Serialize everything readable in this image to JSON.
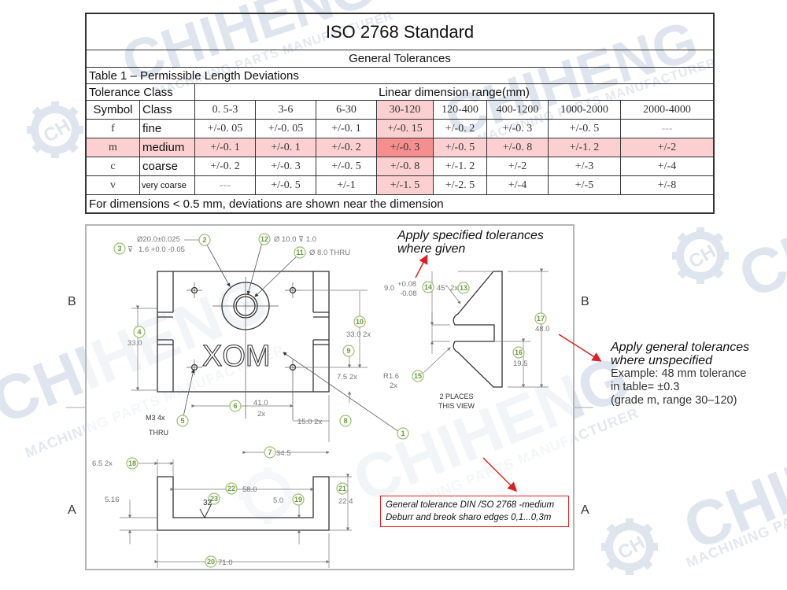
{
  "watermark": {
    "brand": "CHIHENG",
    "tagline": "MACHINING PARTS MANUFACTURER",
    "logo_letters": "CH"
  },
  "table": {
    "title": "ISO 2768 Standard",
    "subtitle": "General Tolerances",
    "caption": "Table 1 – Permissible Length Deviations",
    "tolerance_class_header": "Tolerance Class",
    "linear_range_header": "Linear dimension range(mm)",
    "symbol_header": "Symbol",
    "class_header": "Class",
    "ranges": [
      "0. 5-3",
      "3-6",
      "6-30",
      "30-120",
      "120-400",
      "400-1200",
      "1000-2000",
      "2000-4000"
    ],
    "rows": [
      {
        "symbol": "f",
        "class": "fine",
        "values": [
          "+/-0. 05",
          "+/-0. 05",
          "+/-0. 1",
          "+/-0. 15",
          "+/-0. 2",
          "+/-0. 3",
          "+/-0. 5",
          "---"
        ]
      },
      {
        "symbol": "m",
        "class": "medium",
        "values": [
          "+/-0. 1",
          "+/-0. 1",
          "+/-0. 2",
          "+/-0. 3",
          "+/-0. 5",
          "+/-0. 8",
          "+/-1. 2",
          "+/-2"
        ]
      },
      {
        "symbol": "c",
        "class": "coarse",
        "values": [
          "+/-0. 2",
          "+/-0. 3",
          "+/-0. 5",
          "+/-0. 8",
          "+/-1. 2",
          "+/-2",
          "+/-3",
          "+/-4"
        ]
      },
      {
        "symbol": "v",
        "class": "very coarse",
        "values": [
          "---",
          "+/-0. 5",
          "+/-1",
          "+/-1. 5",
          "+/-2. 5",
          "+/-4",
          "+/-5",
          "+/-8"
        ]
      }
    ],
    "footer": "For dimensions < 0.5 mm, deviations are shown near the dimension",
    "highlight_colors": {
      "row": "#fcd0d0",
      "cell": "#f58f8f"
    }
  },
  "drawing": {
    "zone_labels": {
      "b_left": "B",
      "b_right": "B",
      "a_left": "A",
      "a_right": "A"
    },
    "engraving": "XOM",
    "balloons": {
      "b1": "1",
      "b2": "2",
      "b3": "3",
      "b4": "4",
      "b5": "5",
      "b6": "6",
      "b7": "7",
      "b8": "8",
      "b9": "9",
      "b10": "10",
      "b11": "11",
      "b12": "12",
      "b13": "13",
      "b14": "14",
      "b15": "15",
      "b16": "16",
      "b17": "17",
      "b18": "18",
      "b19": "19",
      "b20": "20",
      "b21": "21",
      "b22": "22",
      "b23": "23"
    },
    "dims": {
      "d2": "Ø20.0±0.025",
      "d3": "1.6 +0.0 -0.05",
      "d12": "Ø 10.0 ⊽ 1.0",
      "d11": "Ø 8.0 THRU",
      "d4": "33.0",
      "d10": "33.0  2x",
      "d9": "7.5 2x",
      "d6_a": "41.0",
      "d6_b": "2x",
      "d5_a": "M3 4x",
      "d5_b": "THRU",
      "d8": "15.0 2x",
      "d7": "34.5",
      "d14_nom": "9.0",
      "d14_up": "+0.08",
      "d14_lo": "-0.08",
      "d13": "45° 2x",
      "d17": "48.0",
      "d16": "19.5",
      "d15_a": "R1.6",
      "d15_b": "2x",
      "view_note_a": "2 PLACES",
      "view_note_b": "THIS VIEW",
      "d18": "6.5 2x",
      "d22": "58.0",
      "d23": "32",
      "d19": "5.0",
      "d21": "22.4",
      "d516": "5.16",
      "d20": "71.0"
    },
    "note_box": {
      "line1": "General tolerance DIN /SO 2768 -medium",
      "line2": "Deburr and breok sharo edges 0,1...0,3m"
    }
  },
  "annotations": {
    "specified": {
      "line1": "Apply specified tolerances",
      "line2": "where given"
    },
    "general": {
      "line1": "Apply general tolerances",
      "line2": "where unspecified",
      "example1": "Example: 48 mm tolerance",
      "example2": "in table=  ±0.3",
      "example3": "(grade m, range 30–120)"
    },
    "arrow_color": "#e02020"
  }
}
